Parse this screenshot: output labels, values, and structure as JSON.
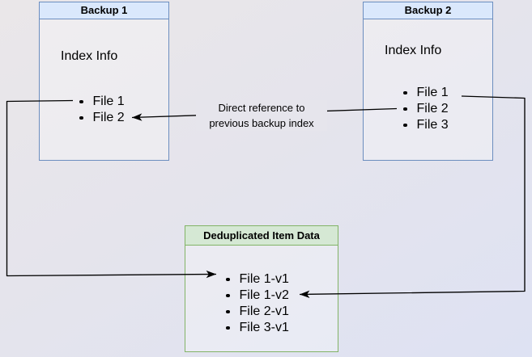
{
  "diagram": {
    "backup1": {
      "title": "Backup 1",
      "section_label": "Index Info",
      "files": [
        "File 1",
        "File 2"
      ]
    },
    "backup2": {
      "title": "Backup 2",
      "section_label": "Index Info",
      "files": [
        "File 1",
        "File 2",
        "File 3"
      ]
    },
    "dedup": {
      "title": "Deduplicated Item Data",
      "items": [
        "File 1-v1",
        "File 1-v2",
        "File 2-v1",
        "File 3-v1"
      ]
    },
    "annotation": {
      "line1": "Direct reference to",
      "line2": "previous backup index"
    },
    "colors": {
      "backup_header_fill": "#dae8fc",
      "backup_border": "#6c8ebf",
      "dedup_header_fill": "#d5e8d4",
      "dedup_border": "#82b366",
      "edge": "#000000"
    }
  }
}
